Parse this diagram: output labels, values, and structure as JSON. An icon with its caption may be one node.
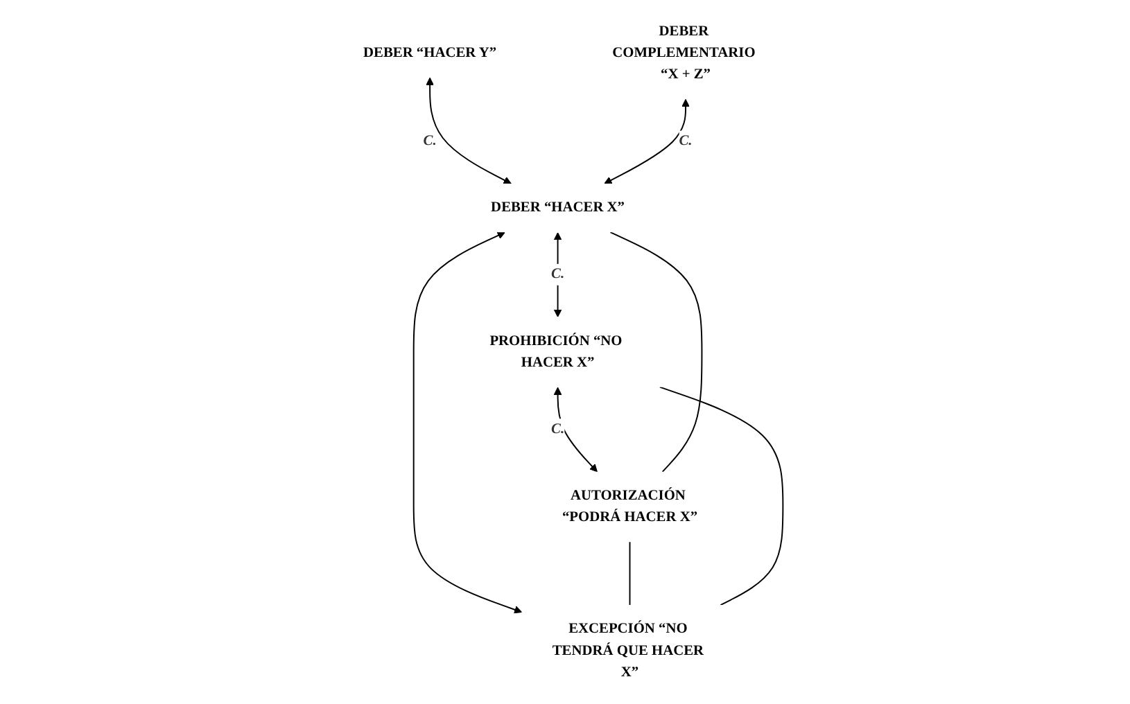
{
  "diagram": {
    "nodes": [
      {
        "text": [
          "DEBER COMPLEMENTARIO “X + Z”"
        ]
      },
      {
        "text": [
          "DEBER “HACER Y”"
        ]
      },
      {
        "text": [
          "DEBER “HACER X”"
        ]
      },
      {
        "text": [
          "PROHIBICIÓN “NO HACER X”"
        ]
      },
      {
        "text": [
          "AUTORIZACIÓN “PODRÁ HACER X”"
        ]
      },
      {
        "text": [
          "EXCEPCIÓN “NO TENDRÁ QUE HACER X”"
        ]
      }
    ],
    "edges": [
      {
        "from": 1,
        "to": 2,
        "arrow": "both",
        "label": "C."
      },
      {
        "from": 0,
        "to": 2,
        "arrow": "both",
        "label": "C."
      },
      {
        "from": 2,
        "to": 3,
        "arrow": "both",
        "label": "C."
      },
      {
        "from": 2,
        "to": 5,
        "arrow": "both"
      },
      {
        "from": 3,
        "to": 4,
        "arrow": "both",
        "label": "C."
      },
      {
        "from": 2,
        "to": 4,
        "arrow": "none"
      },
      {
        "from": 4,
        "to": 5,
        "arrow": "none"
      },
      {
        "from": 3,
        "to": 5,
        "arrow": "none"
      }
    ]
  }
}
